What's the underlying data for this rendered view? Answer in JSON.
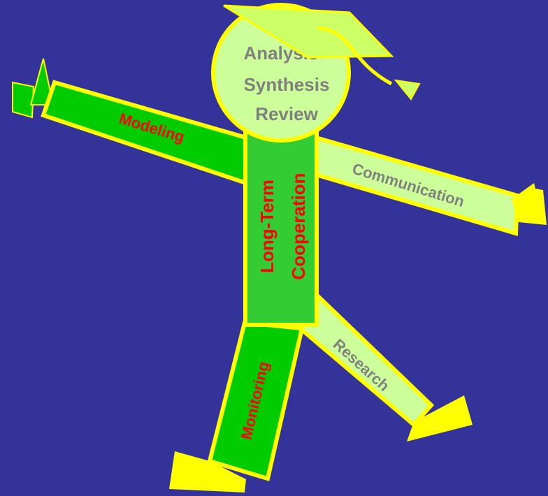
{
  "head": {
    "lines": [
      "Analysis",
      "Synthesis",
      "Review"
    ]
  },
  "torso": {
    "lines": [
      "Long-Term",
      "Cooperation"
    ]
  },
  "limbs": {
    "left_arm": "Modeling",
    "right_arm": "Communication",
    "left_leg": "Monitoring",
    "right_leg": "Research"
  },
  "colors": {
    "background": "#333399",
    "outline": "#ffff00",
    "green_dark": "#00cc00",
    "green_mid": "#33cc33",
    "green_light": "#ccff99",
    "cap": "#ccff66",
    "text_red": "#ff0000",
    "text_gray": "#808080"
  }
}
